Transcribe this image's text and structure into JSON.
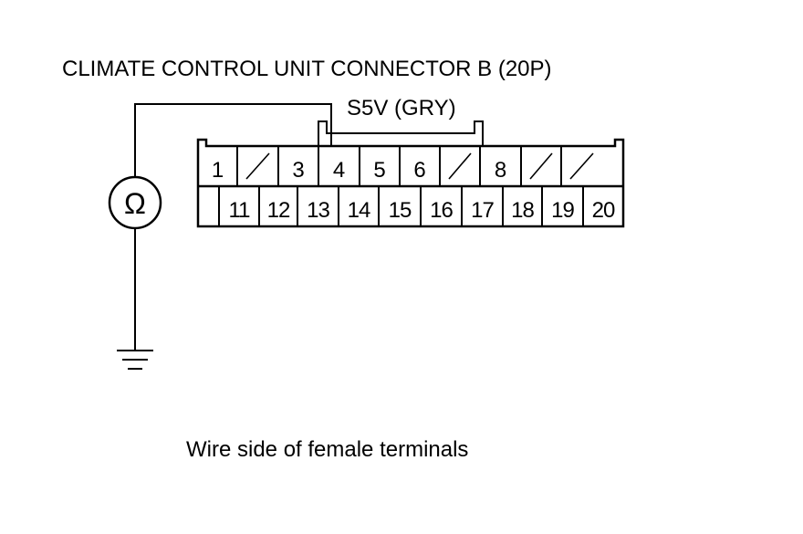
{
  "title": "CLIMATE CONTROL UNIT CONNECTOR B (20P)",
  "wire_label": "S5V (GRY)",
  "meter_symbol": "Ω",
  "caption": "Wire side of female terminals",
  "connector": {
    "top_row": [
      {
        "label": "1",
        "unused": false
      },
      {
        "label": "",
        "unused": true
      },
      {
        "label": "3",
        "unused": false
      },
      {
        "label": "4",
        "unused": false
      },
      {
        "label": "5",
        "unused": false
      },
      {
        "label": "6",
        "unused": false
      },
      {
        "label": "",
        "unused": true
      },
      {
        "label": "8",
        "unused": false
      },
      {
        "label": "",
        "unused": true
      },
      {
        "label": "",
        "unused": true
      }
    ],
    "bottom_row": [
      {
        "label": "",
        "unused": false
      },
      {
        "label": "11",
        "unused": false
      },
      {
        "label": "12",
        "unused": false
      },
      {
        "label": "13",
        "unused": false
      },
      {
        "label": "14",
        "unused": false
      },
      {
        "label": "15",
        "unused": false
      },
      {
        "label": "16",
        "unused": false
      },
      {
        "label": "17",
        "unused": false
      },
      {
        "label": "18",
        "unused": false
      },
      {
        "label": "19",
        "unused": false
      },
      {
        "label": "20",
        "unused": false
      }
    ]
  }
}
